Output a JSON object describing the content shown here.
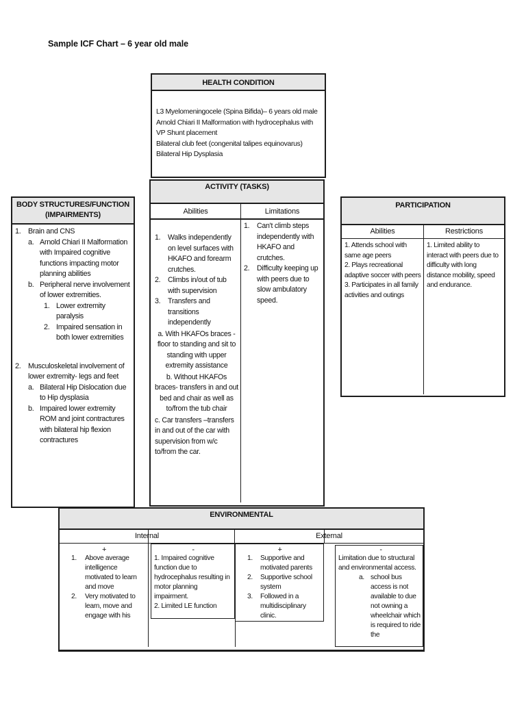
{
  "page": {
    "title": "Sample ICF Chart – 6 year old male"
  },
  "colors": {
    "header_bg": "#e6e6e6",
    "border": "#1c1c1c"
  },
  "health_condition": {
    "header": "HEALTH CONDITION",
    "lines": [
      "L3 Myelomeningocele (Spina Bifida)– 6 years old male",
      "Arnold Chiari II Malformation with hydrocephalus with VP Shunt placement",
      "Bilateral club feet (congenital talipes equinovarus)",
      "Bilateral Hip Dysplasia"
    ]
  },
  "body_structures": {
    "header_line1": "BODY STRUCTURES/FUNCTION",
    "header_line2": "(IMPAIRMENTS)",
    "items": [
      {
        "marker": "1.",
        "text": "Brain and CNS",
        "indent": 0
      },
      {
        "marker": "a.",
        "text": "Arnold Chiari II Malformation with Impaired cognitive functions impacting motor planning abilities",
        "indent": 1
      },
      {
        "marker": "b.",
        "text": "Peripheral nerve involvement of lower extremities.",
        "indent": 1
      },
      {
        "marker": "1.",
        "text": "Lower extremity paralysis",
        "indent": 2
      },
      {
        "marker": "2.",
        "text": "Impaired sensation in both lower extremities",
        "indent": 2
      },
      {
        "marker": "2.",
        "text": "Musculoskeletal involvement of lower extremity- legs and feet",
        "indent": 0,
        "gap": true
      },
      {
        "marker": "a.",
        "text": "Bilateral Hip Dislocation due to Hip dysplasia",
        "indent": 1
      },
      {
        "marker": "b.",
        "text": "Impaired lower extremity ROM and joint contractures with bilateral hip flexion contractures",
        "indent": 1
      }
    ]
  },
  "activity": {
    "header": "ACTIVITY (TASKS)",
    "columns": {
      "left": "Abilities",
      "right": "Limitations"
    },
    "abilities_items": [
      {
        "marker": "1.",
        "text": "Walks independently on level surfaces with HKAFO and forearm crutches.",
        "indent": 0,
        "gap": true
      },
      {
        "marker": "2.",
        "text": "Climbs in/out of tub with supervision",
        "indent": 0
      },
      {
        "marker": "3.",
        "text": "Transfers and transitions independently",
        "indent": 0
      },
      {
        "text": "a.  With HKAFOs braces - floor to standing  and sit to standing with upper extremity assistance",
        "align": "center"
      },
      {
        "text": "b. Without HKAFOs braces- transfers in and out bed and chair as well as to/from the tub chair",
        "align": "center"
      },
      {
        "text": "c. Car transfers –transfers in and out of the car with supervision from w/c to/from the car.",
        "align": "left"
      }
    ],
    "limitations_items": [
      {
        "marker": "1.",
        "text": "Can't climb steps independently with HKAFO and crutches.",
        "indent": 0
      },
      {
        "marker": "2.",
        "text": "Difficulty keeping up with peers due to slow ambulatory speed.",
        "indent": 0
      }
    ]
  },
  "participation": {
    "header": "PARTICIPATION",
    "columns": {
      "left": "Abilities",
      "right": "Restrictions"
    },
    "abilities_items": [
      {
        "text": "1. Attends school with same age peers"
      },
      {
        "text": "2. Plays recreational adaptive soccer with peers"
      },
      {
        "text": "3. Participates in all family activities and outings"
      }
    ],
    "restrictions_items": [
      {
        "text": "1. Limited ability to interact with peers due to difficulty with long distance mobility, speed and endurance."
      }
    ]
  },
  "environmental": {
    "header": "ENVIRONMENTAL",
    "columns": {
      "left": "Internal",
      "right": "External"
    },
    "plus_label": "+",
    "minus_label": "-",
    "internal_plus_items": [
      {
        "marker": "1.",
        "text": "Above average intelligence motivated to learn and move",
        "indent": 0
      },
      {
        "marker": "2.",
        "text": "Very motivated to learn, move and engage with his",
        "indent": 0
      }
    ],
    "internal_minus_items": [
      {
        "text": "1. Impaired cognitive function due to hydrocephalus resulting in motor planning impairment."
      },
      {
        "text": "2. Limited LE function"
      }
    ],
    "external_plus_items": [
      {
        "marker": "1.",
        "text": "Supportive and motivated parents",
        "indent": 0
      },
      {
        "marker": "2.",
        "text": "Supportive school system",
        "indent": 0
      },
      {
        "marker": "3.",
        "text": "Followed in a multidisciplinary clinic.",
        "indent": 0
      }
    ],
    "external_minus": {
      "intro": "Limitation due to structural and environmental access.",
      "items": [
        {
          "marker": "a.",
          "text": "school bus access is not available to due not owning a wheelchair which is required to ride the",
          "indent": 1
        }
      ]
    }
  }
}
